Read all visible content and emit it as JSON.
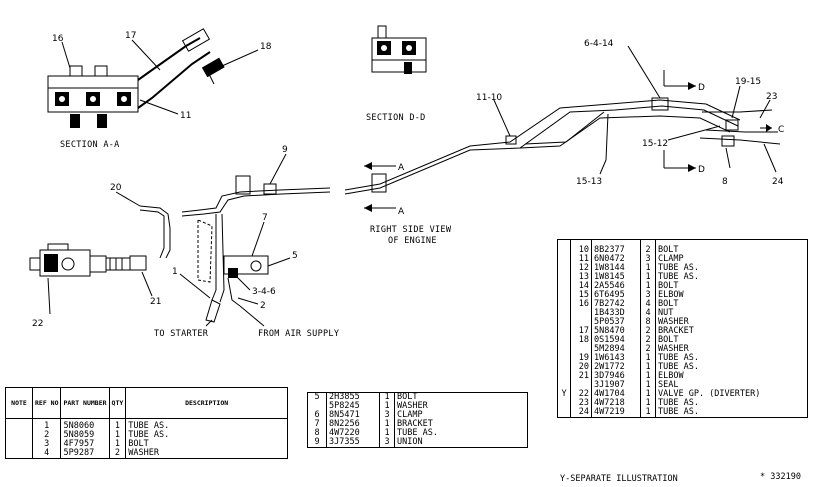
{
  "labels": {
    "l16": "16",
    "l17": "17",
    "l18": "18",
    "l11a": "11",
    "l6_4_14": "6-4-14",
    "l11_10": "11-10",
    "l19_15": "19-15",
    "l23": "23",
    "lC": "C",
    "l15_12": "15-12",
    "l15_13": "15-13",
    "l8": "8",
    "l24": "24",
    "lD1": "D",
    "lD2": "D",
    "l9": "9",
    "lA1": "A",
    "lA2": "A",
    "l20": "20",
    "l7": "7",
    "l5": "5",
    "l1": "1",
    "l3_4_6": "3-4-6",
    "l2": "2",
    "l22": "22",
    "l21": "21"
  },
  "captions": {
    "section_aa": "SECTION A-A",
    "section_dd": "SECTION D-D",
    "right_side_view_1": "RIGHT SIDE VIEW",
    "right_side_view_2": "OF ENGINE",
    "to_starter": "TO STARTER",
    "from_air_supply": "FROM AIR SUPPLY",
    "y_separate": "Y-SEPARATE ILLUSTRATION",
    "drawing_number": "* 332190"
  },
  "table_a": {
    "headers": {
      "note": "NOTE",
      "ref": "REF NO",
      "part": "PART NUMBER",
      "qty": "QTY",
      "desc": "DESCRIPTION"
    },
    "rows": [
      {
        "note": "",
        "ref": "1",
        "part": "5N8060",
        "qty": "1",
        "desc": "TUBE AS."
      },
      {
        "note": "",
        "ref": "2",
        "part": "5N8059",
        "qty": "1",
        "desc": "TUBE AS."
      },
      {
        "note": "",
        "ref": "3",
        "part": "4F7957",
        "qty": "1",
        "desc": "BOLT"
      },
      {
        "note": "",
        "ref": "4",
        "part": "5P9287",
        "qty": "2",
        "desc": "WASHER"
      }
    ]
  },
  "table_b": {
    "rows": [
      {
        "ref": "5",
        "part": "2H3855",
        "qty": "1",
        "desc": "BOLT"
      },
      {
        "ref": "",
        "part": "5P8245",
        "qty": "1",
        "desc": "WASHER"
      },
      {
        "ref": "6",
        "part": "8N5471",
        "qty": "3",
        "desc": "CLAMP"
      },
      {
        "ref": "7",
        "part": "8N2256",
        "qty": "1",
        "desc": "BRACKET"
      },
      {
        "ref": "8",
        "part": "4W7220",
        "qty": "1",
        "desc": "TUBE AS."
      },
      {
        "ref": "9",
        "part": "3J7355",
        "qty": "3",
        "desc": "UNION"
      }
    ]
  },
  "table_c": {
    "rows": [
      {
        "note": "",
        "ref": "10",
        "part": "8B2377",
        "qty": "2",
        "desc": "BOLT"
      },
      {
        "note": "",
        "ref": "11",
        "part": "6N0472",
        "qty": "3",
        "desc": "CLAMP"
      },
      {
        "note": "",
        "ref": "12",
        "part": "1W8144",
        "qty": "1",
        "desc": "TUBE AS."
      },
      {
        "note": "",
        "ref": "13",
        "part": "1W8145",
        "qty": "1",
        "desc": "TUBE AS."
      },
      {
        "note": "",
        "ref": "14",
        "part": "2A5546",
        "qty": "1",
        "desc": "BOLT"
      },
      {
        "note": "",
        "ref": "15",
        "part": "6T6495",
        "qty": "3",
        "desc": "ELBOW"
      },
      {
        "note": "",
        "ref": "16",
        "part": "7B2742",
        "qty": "4",
        "desc": "BOLT"
      },
      {
        "note": "",
        "ref": "",
        "part": "1B433D",
        "qty": "4",
        "desc": "NUT"
      },
      {
        "note": "",
        "ref": "",
        "part": "5P0537",
        "qty": "8",
        "desc": "WASHER"
      },
      {
        "note": "",
        "ref": "17",
        "part": "5N8470",
        "qty": "2",
        "desc": "BRACKET"
      },
      {
        "note": "",
        "ref": "18",
        "part": "0S1594",
        "qty": "2",
        "desc": "BOLT"
      },
      {
        "note": "",
        "ref": "",
        "part": "5M2894",
        "qty": "2",
        "desc": "WASHER"
      },
      {
        "note": "",
        "ref": "19",
        "part": "1W6143",
        "qty": "1",
        "desc": "TUBE AS."
      },
      {
        "note": "",
        "ref": "20",
        "part": "2W1772",
        "qty": "1",
        "desc": "TUBE AS."
      },
      {
        "note": "",
        "ref": "21",
        "part": "3D7946",
        "qty": "1",
        "desc": "ELBOW"
      },
      {
        "note": "",
        "ref": "",
        "part": "3J1907",
        "qty": "1",
        "desc": "SEAL"
      },
      {
        "note": "Y",
        "ref": "22",
        "part": "4W1704",
        "qty": "1",
        "desc": "VALVE GP. (DIVERTER)"
      },
      {
        "note": "",
        "ref": "23",
        "part": "4W7218",
        "qty": "1",
        "desc": "TUBE AS."
      },
      {
        "note": "",
        "ref": "24",
        "part": "4W7219",
        "qty": "1",
        "desc": "TUBE AS."
      }
    ]
  }
}
